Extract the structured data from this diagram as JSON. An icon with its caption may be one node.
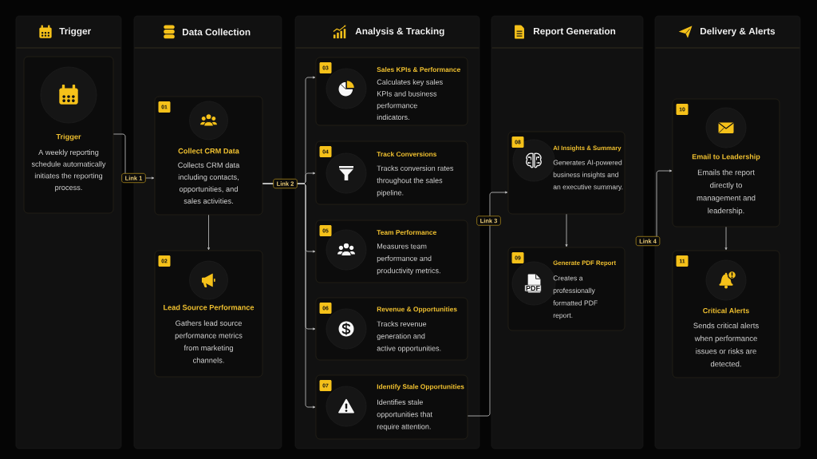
{
  "diagram": {
    "nodes": [
      {
        "text": [
          "Trigger"
        ]
      },
      {
        "text": [
          "Trigger",
          "A weekly reporting schedule automatically initiates the reporting process."
        ],
        "in": 0
      },
      {
        "text": [
          "Data Collection"
        ]
      },
      {
        "text": [
          "01",
          "Collect CRM Data",
          "Collects CRM data including contacts, opportunities, and sales activities."
        ],
        "in": 2
      },
      {
        "text": [
          "02",
          "Lead Source Performance",
          "Gathers lead source performance metrics from marketing channels."
        ],
        "in": 2
      },
      {
        "text": [
          "Analysis & Tracking"
        ]
      },
      {
        "text": [
          "03",
          "Sales KPIs & Performance",
          "Calculates key sales KPIs and business performance indicators."
        ],
        "in": 5
      },
      {
        "text": [
          "04",
          "Track Conversions",
          "Tracks conversion rates throughout the sales pipeline."
        ],
        "in": 5
      },
      {
        "text": [
          "05",
          "Team Performance",
          "Measures team performance and productivity metrics."
        ],
        "in": 5
      },
      {
        "text": [
          "06",
          "Revenue & Opportunities",
          "Tracks revenue generation and active opportunities."
        ],
        "in": 5
      },
      {
        "text": [
          "07",
          "Identify Stale Opportunities",
          "Identifies stale opportunities that require attention."
        ],
        "in": 5
      },
      {
        "text": [
          "Report Generation"
        ]
      },
      {
        "text": [
          "08",
          "AI Insights & Summary",
          "Generates AI-powered business insights and an executive summary."
        ],
        "in": 11
      },
      {
        "text": [
          "09",
          "Generate PDF Report",
          "Creates a professionally formatted PDF report."
        ],
        "in": 11
      },
      {
        "text": [
          "Delivery & Alerts"
        ]
      },
      {
        "text": [
          "10",
          "Email to Leadership",
          "Emails the report directly to management and leadership."
        ],
        "in": 14
      },
      {
        "text": [
          "11",
          "Critical Alerts",
          "Sends critical alerts when performance issues or risks are detected."
        ],
        "in": 14
      }
    ],
    "edges": [
      {
        "from": 1,
        "to": 3,
        "arrow": "to",
        "label": "Link 1"
      },
      {
        "from": 3,
        "to": 4,
        "arrow": "to"
      },
      {
        "from": 3,
        "to": 6,
        "arrow": "to",
        "label": "Link 2"
      },
      {
        "from": 3,
        "to": 7,
        "arrow": "to"
      },
      {
        "from": 3,
        "to": 8,
        "arrow": "to"
      },
      {
        "from": 3,
        "to": 9,
        "arrow": "to"
      },
      {
        "from": 3,
        "to": 10,
        "arrow": "to"
      },
      {
        "from": 10,
        "to": 12,
        "arrow": "to",
        "label": "Link 3"
      },
      {
        "from": 12,
        "to": 13,
        "arrow": "to"
      },
      {
        "from": null,
        "to": 15,
        "arrow": "to",
        "label": "Link 4"
      },
      {
        "from": 15,
        "to": 16,
        "arrow": "to"
      }
    ],
    "labels": [
      "PDF"
    ]
  }
}
